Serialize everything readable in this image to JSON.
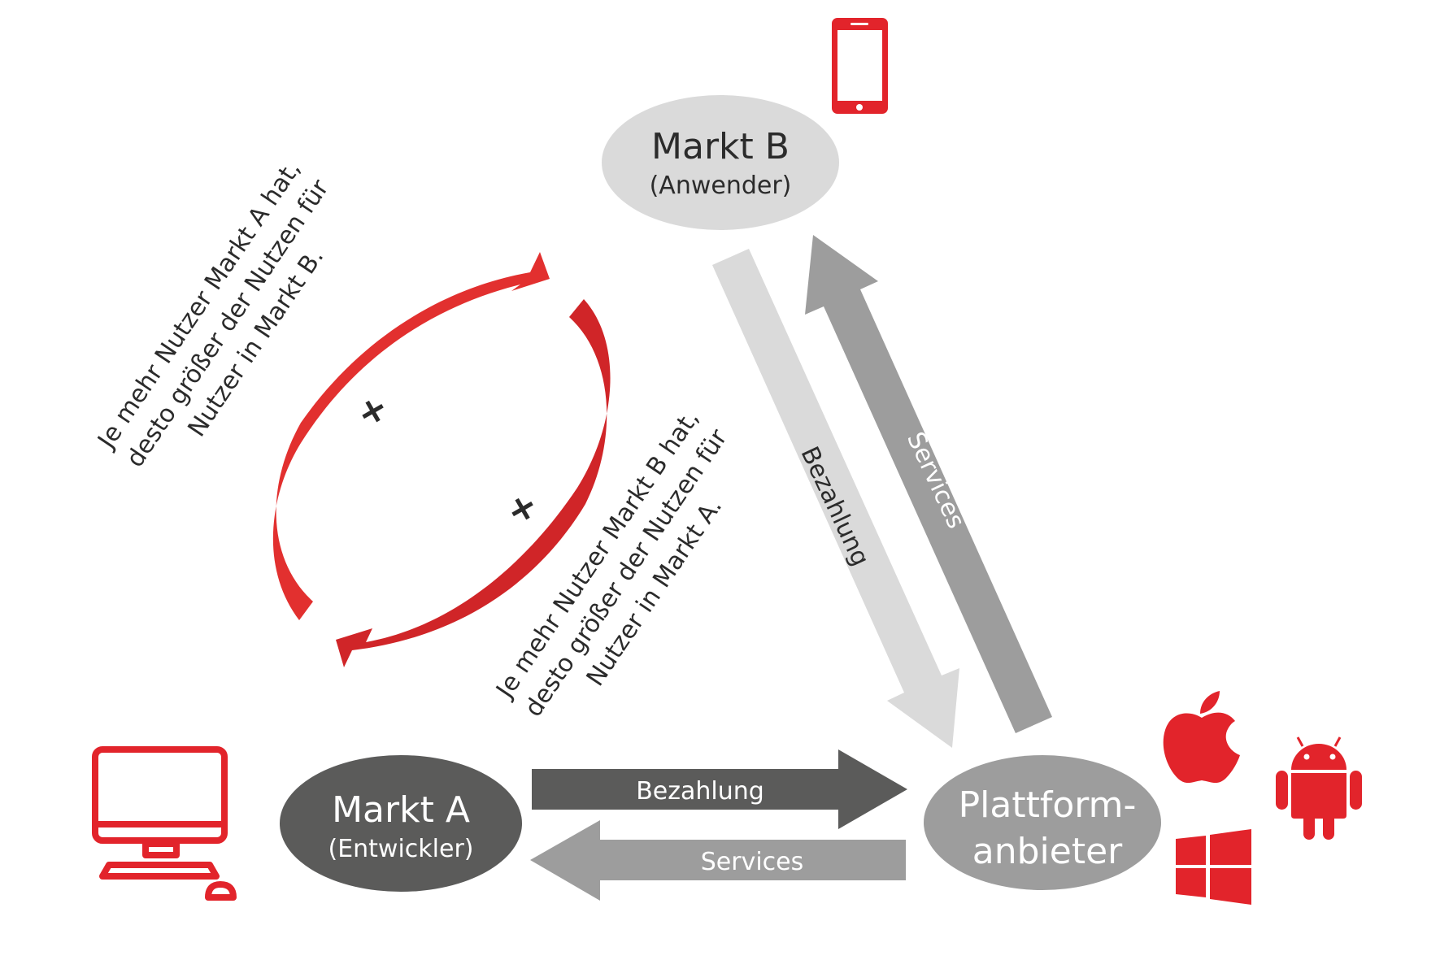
{
  "colors": {
    "accent_red": "#e2242b",
    "accent_red_dark": "#c92329",
    "dark_gray": "#5b5b5a",
    "mid_gray": "#9d9d9d",
    "light_gray": "#dadada",
    "text_dark": "#2b2b2b",
    "text_light": "#ffffff"
  },
  "nodes": {
    "market_b": {
      "title": "Markt B",
      "subtitle": "(Anwender)",
      "icon": "smartphone-icon"
    },
    "market_a": {
      "title": "Markt A",
      "subtitle": "(Entwickler)",
      "icon": "desktop-computer-icon"
    },
    "platform": {
      "line1": "Plattform-",
      "line2": "anbieter",
      "icons": [
        "apple-icon",
        "android-icon",
        "windows-icon"
      ]
    }
  },
  "flows": {
    "a_to_platform": "Bezahlung",
    "platform_to_a": "Services",
    "b_to_platform": "Bezahlung",
    "platform_to_b": "Services"
  },
  "network_effects": {
    "a_to_b": [
      "Je mehr Nutzer Markt A hat,",
      "desto größer der Nutzen für",
      "Nutzer in Markt B."
    ],
    "b_to_a": [
      "Je mehr Nutzer Markt B hat,",
      "desto größer der Nutzen für",
      "Nutzer in Markt A."
    ],
    "sign_1": "+",
    "sign_2": "+"
  }
}
